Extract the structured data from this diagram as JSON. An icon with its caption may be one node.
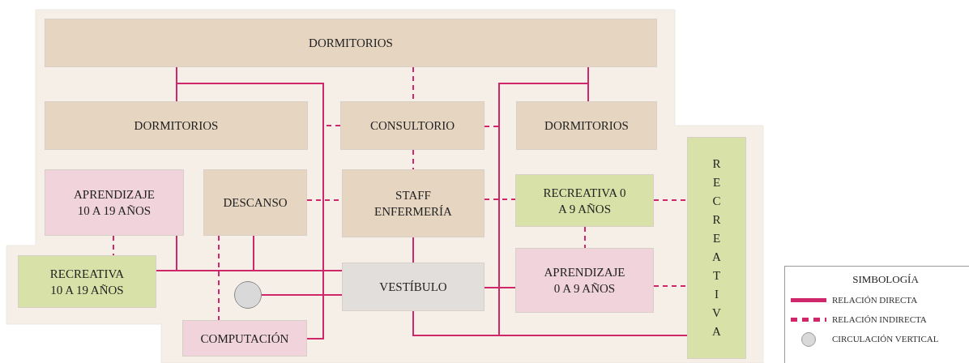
{
  "diagram": {
    "nodes": [
      {
        "text": [
          "DORMITORIOS"
        ]
      },
      {
        "text": [
          "DORMITORIOS"
        ]
      },
      {
        "text": [
          "CONSULTORIO"
        ]
      },
      {
        "text": [
          "DORMITORIOS"
        ]
      },
      {
        "text": [
          "APRENDIZAJE 10 A 19 AÑOS"
        ]
      },
      {
        "text": [
          "DESCANSO"
        ]
      },
      {
        "text": [
          "STAFF ENFERMERÍA"
        ]
      },
      {
        "text": [
          "RECREATIVA 0 A 9 AÑOS"
        ]
      },
      {
        "text": [
          "RECREATIVA 10 A 19 AÑOS"
        ]
      },
      {
        "text": [],
        "shape": "circle"
      },
      {
        "text": [
          "VESTÍBULO"
        ]
      },
      {
        "text": [
          "APRENDIZAJE 0 A 9 AÑOS"
        ]
      },
      {
        "text": [
          "COMPUTACIÓN"
        ]
      },
      {
        "text": [
          "RECREATIVA"
        ]
      }
    ],
    "edges": [
      {
        "from": 0,
        "to": 1,
        "arrow": "none"
      },
      {
        "from": 0,
        "to": 3,
        "arrow": "none"
      },
      {
        "from": 0,
        "to": 12,
        "arrow": "none"
      },
      {
        "from": 0,
        "to": 13,
        "arrow": "none"
      },
      {
        "from": 10,
        "to": 13,
        "arrow": "none"
      },
      {
        "from": 8,
        "to": 10,
        "arrow": "none"
      },
      {
        "from": 4,
        "to": 10,
        "arrow": "none"
      },
      {
        "from": 5,
        "to": 10,
        "arrow": "none"
      },
      {
        "from": 6,
        "to": 10,
        "arrow": "none"
      },
      {
        "from": 9,
        "to": 10,
        "arrow": "none"
      },
      {
        "from": 10,
        "to": 11,
        "arrow": "none"
      },
      {
        "from": 0,
        "to": 2,
        "arrow": "none",
        "style": "dashed"
      },
      {
        "from": 2,
        "to": null,
        "arrow": "none",
        "style": "dashed"
      },
      {
        "from": 2,
        "to": null,
        "arrow": "none",
        "style": "dashed"
      },
      {
        "from": 2,
        "to": 6,
        "arrow": "none",
        "style": "dashed"
      },
      {
        "from": 5,
        "to": 6,
        "arrow": "none",
        "style": "dashed"
      },
      {
        "from": 6,
        "to": 7,
        "arrow": "none",
        "style": "dashed"
      },
      {
        "from": 7,
        "to": 13,
        "arrow": "none",
        "style": "dashed"
      },
      {
        "from": 7,
        "to": 11,
        "arrow": "none",
        "style": "dashed"
      },
      {
        "from": 11,
        "to": 13,
        "arrow": "none",
        "style": "dashed"
      },
      {
        "from": 4,
        "to": 8,
        "arrow": "none",
        "style": "dashed"
      },
      {
        "from": 5,
        "to": 12,
        "arrow": "none",
        "style": "dashed"
      }
    ],
    "labels": [
      "SIMBOLOGÍA"
    ],
    "legend": [
      {
        "text": "RELACIÓN DIRECTA"
      },
      {
        "text": "RELACIÓN INDIRECTA"
      },
      {
        "text": "CIRCULACIÓN VERTICAL"
      }
    ]
  }
}
